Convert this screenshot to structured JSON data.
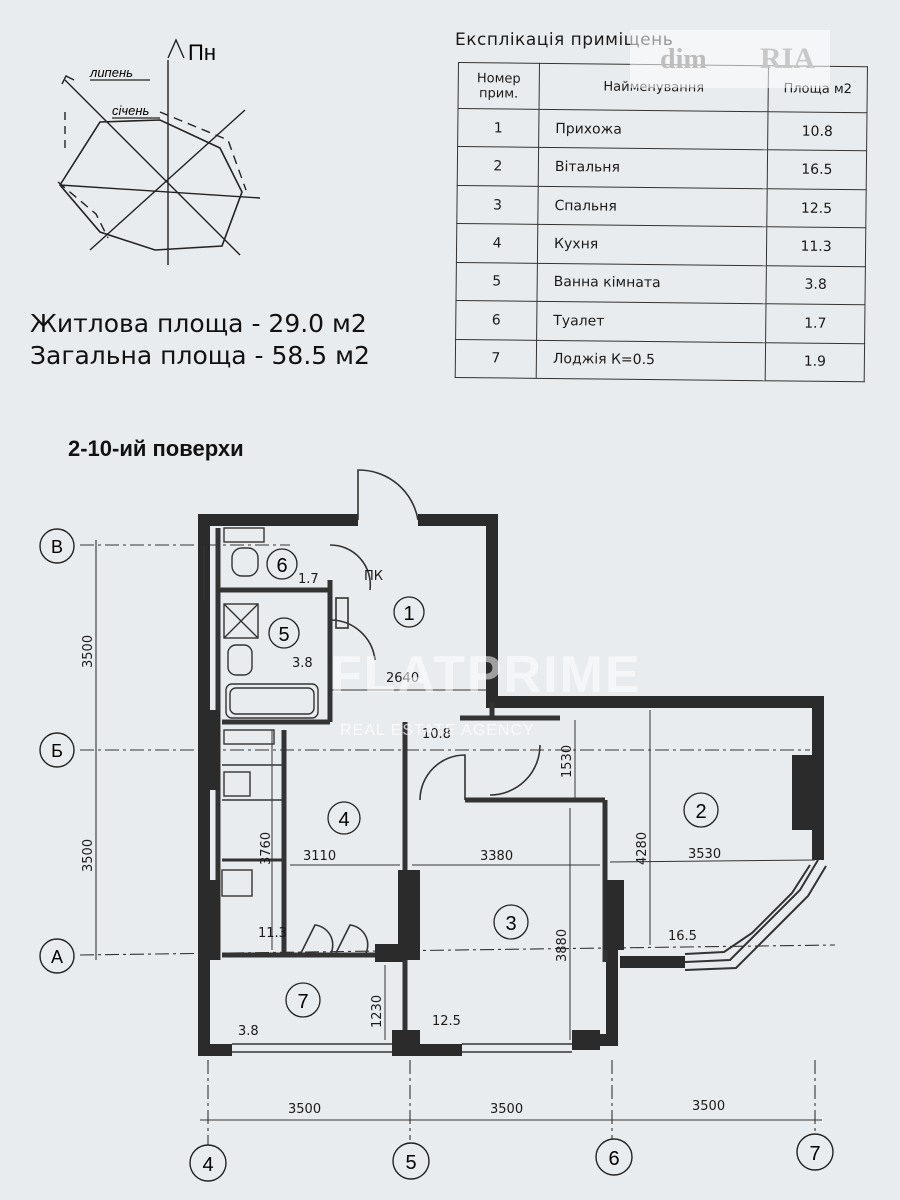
{
  "compass": {
    "north_label": "Пн",
    "july_label": "липень",
    "january_label": "січень"
  },
  "areas": {
    "living": "Житлова площа - 29.0 м2",
    "total": "Загальна площа - 58.5 м2"
  },
  "floors_label": "2-10-ий поверхи",
  "explication": {
    "title": "Експлікація приміщень",
    "headers": [
      "Номер прим.",
      "Найменування",
      "Площа м2"
    ],
    "rooms": [
      {
        "num": "1",
        "name": "Прихожа",
        "area": "10.8"
      },
      {
        "num": "2",
        "name": "Вітальня",
        "area": "16.5"
      },
      {
        "num": "3",
        "name": "Спальня",
        "area": "12.5"
      },
      {
        "num": "4",
        "name": "Кухня",
        "area": "11.3"
      },
      {
        "num": "5",
        "name": "Ванна кімната",
        "area": "3.8"
      },
      {
        "num": "6",
        "name": "Туалет",
        "area": "1.7"
      },
      {
        "num": "7",
        "name": "Лоджія    К=0.5",
        "area": "1.9"
      }
    ]
  },
  "watermark": {
    "logo_dom": "dim",
    "logo_ria": "RIA",
    "brand": "FLATPRIME",
    "sub": "REAL ESTATE AGENCY"
  },
  "plan": {
    "axes_rows": [
      "В",
      "Б",
      "А"
    ],
    "axes_cols": [
      "4",
      "5",
      "6",
      "7"
    ],
    "room_numbers": [
      "6",
      "5",
      "1",
      "4",
      "2",
      "3",
      "7"
    ],
    "room_areas": [
      "1.7",
      "3.8",
      "10.8",
      "11.3",
      "16.5",
      "12.5",
      "3.8"
    ],
    "dimensions": [
      "3500",
      "3500",
      "3500",
      "3500",
      "3500",
      "2640",
      "3760",
      "3110",
      "3380",
      "3530",
      "3880",
      "4280",
      "1530",
      "1230"
    ],
    "pk_label": "ПК"
  }
}
